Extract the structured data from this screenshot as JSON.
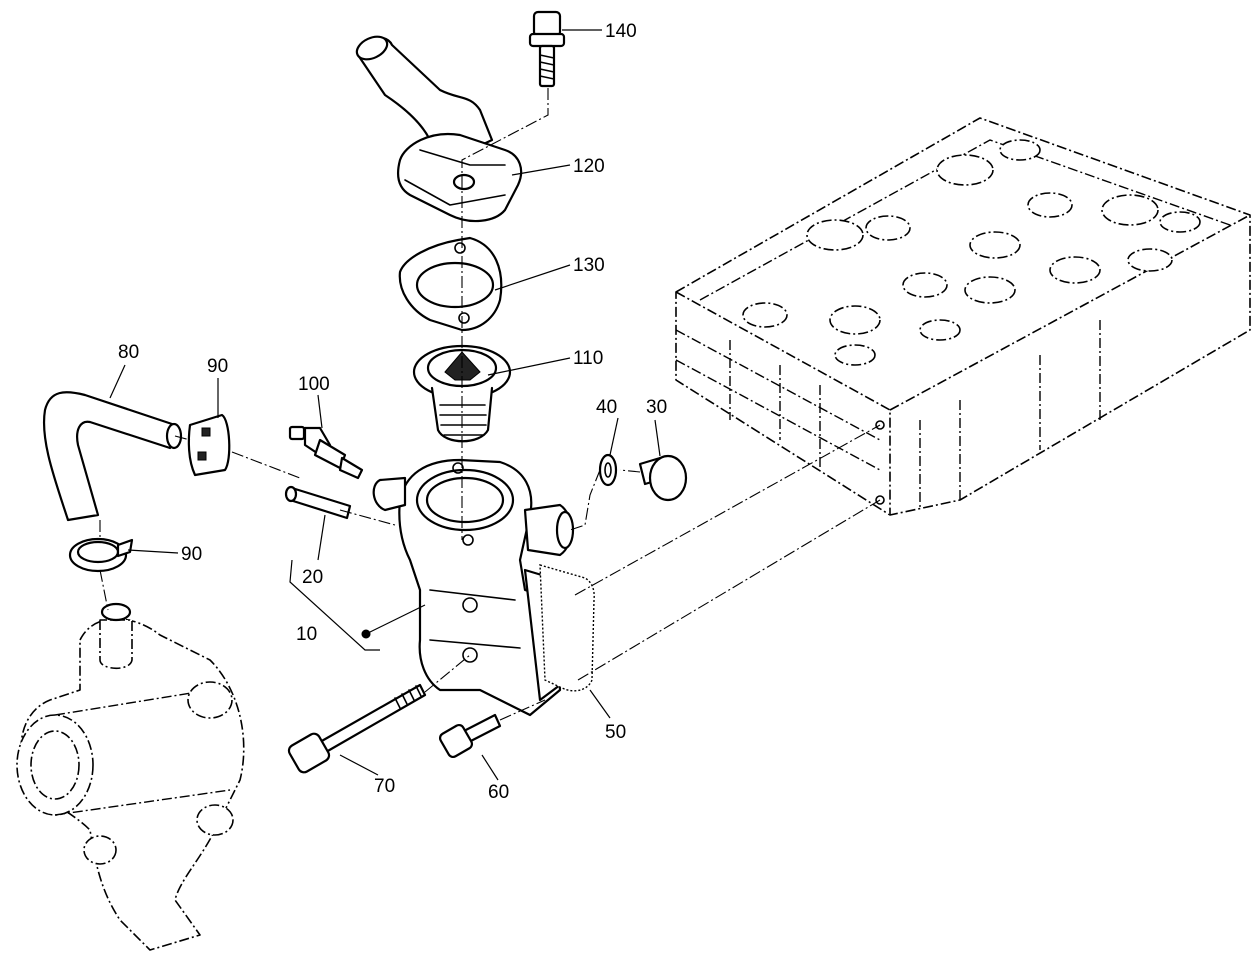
{
  "callouts": {
    "c10": "10",
    "c20": "20",
    "c30": "30",
    "c40": "40",
    "c50": "50",
    "c60": "60",
    "c70": "70",
    "c80": "80",
    "c90a": "90",
    "c90b": "90",
    "c100": "100",
    "c110": "110",
    "c120": "120",
    "c130": "130",
    "c140": "140"
  }
}
